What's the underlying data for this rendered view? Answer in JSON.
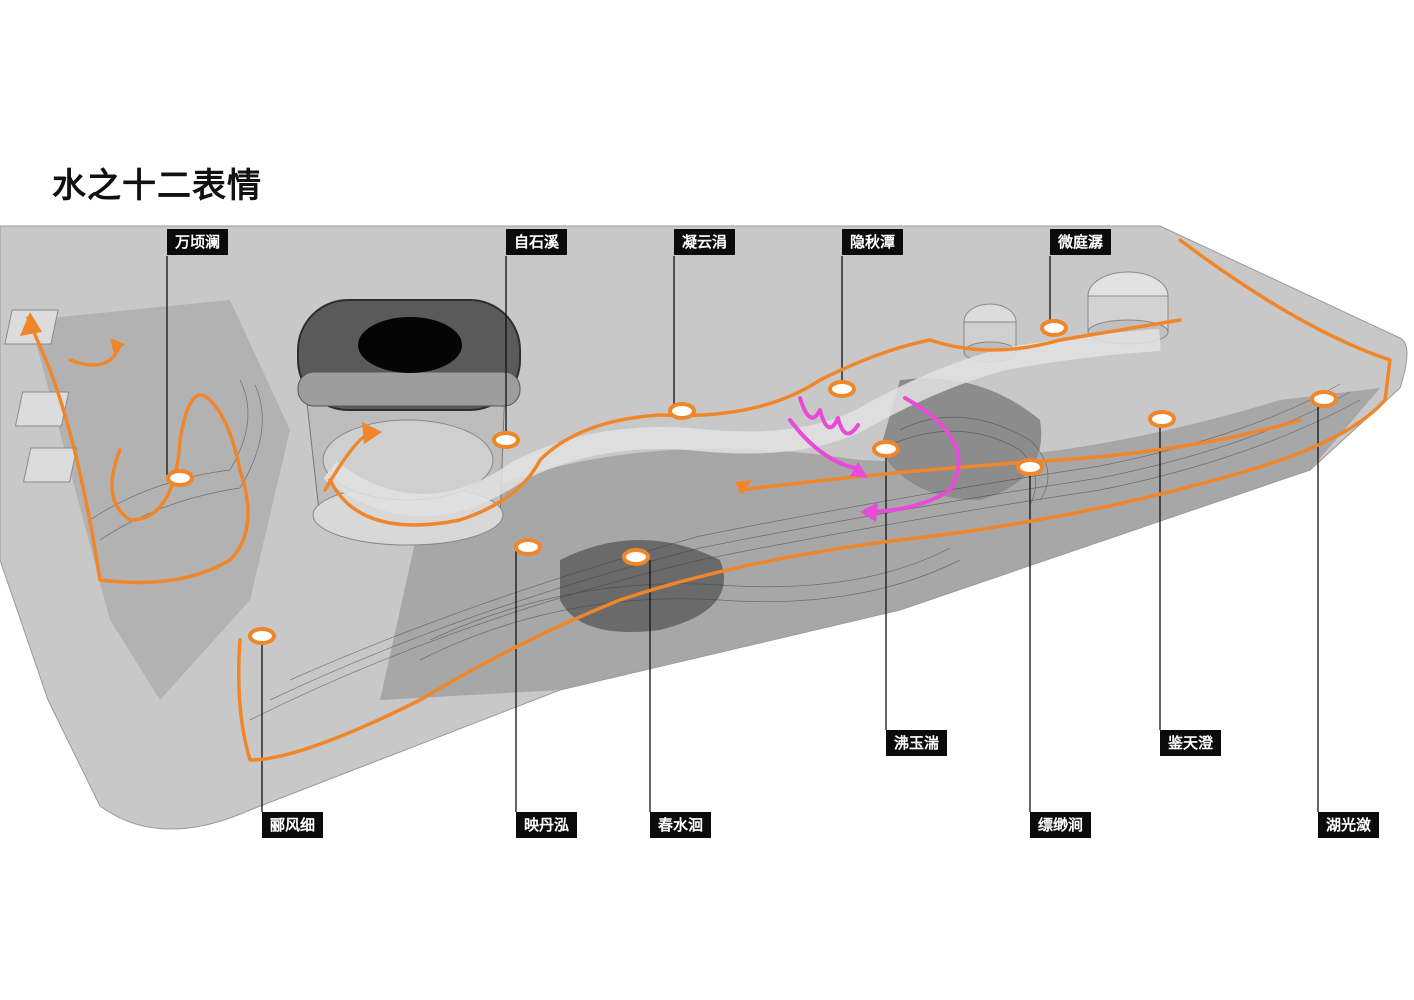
{
  "title": "水之十二表情",
  "colors": {
    "route": "#f0862a",
    "vortex": "#e84bd8",
    "marker": "#f0862a",
    "label_bg": "#0b0b0b"
  },
  "labels": {
    "top": [
      "万顷澜",
      "自石溪",
      "凝云涓",
      "隐秋潭",
      "微庭潺"
    ],
    "bottom": [
      "沸玉湍",
      "鉴天澄",
      "郦风细",
      "映丹泓",
      "春水洄",
      "缥缈涧",
      "湖光潋"
    ]
  }
}
